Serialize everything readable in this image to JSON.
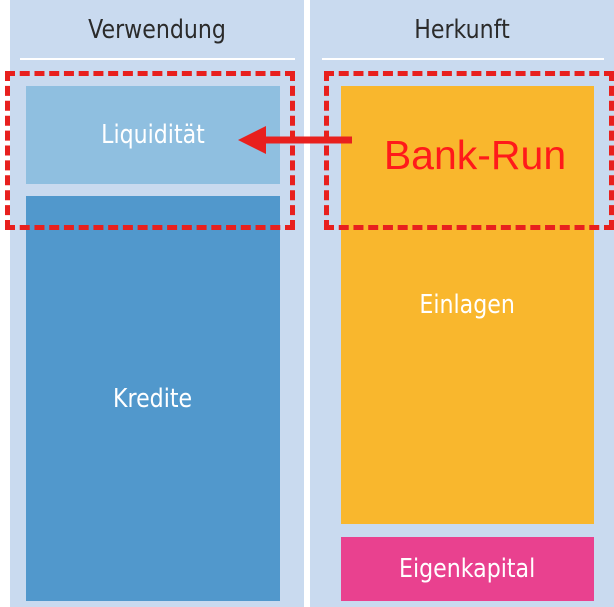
{
  "columns": {
    "left_heading": "Verwendung",
    "right_heading": "Herkunft"
  },
  "blocks": {
    "liquiditaet": "Liquidität",
    "kredite": "Kredite",
    "einlagen": "Einlagen",
    "eigenkapital": "Eigenkapital"
  },
  "annotation": {
    "label": "Bank-Run",
    "color": "#ff1a1a"
  },
  "colors": {
    "panel": "#c9daef",
    "liquiditaet": "#8fbfe0",
    "kredite": "#5198cc",
    "einlagen": "#f9b72d",
    "eigenkapital": "#e9418f",
    "highlight": "#e8201e"
  }
}
